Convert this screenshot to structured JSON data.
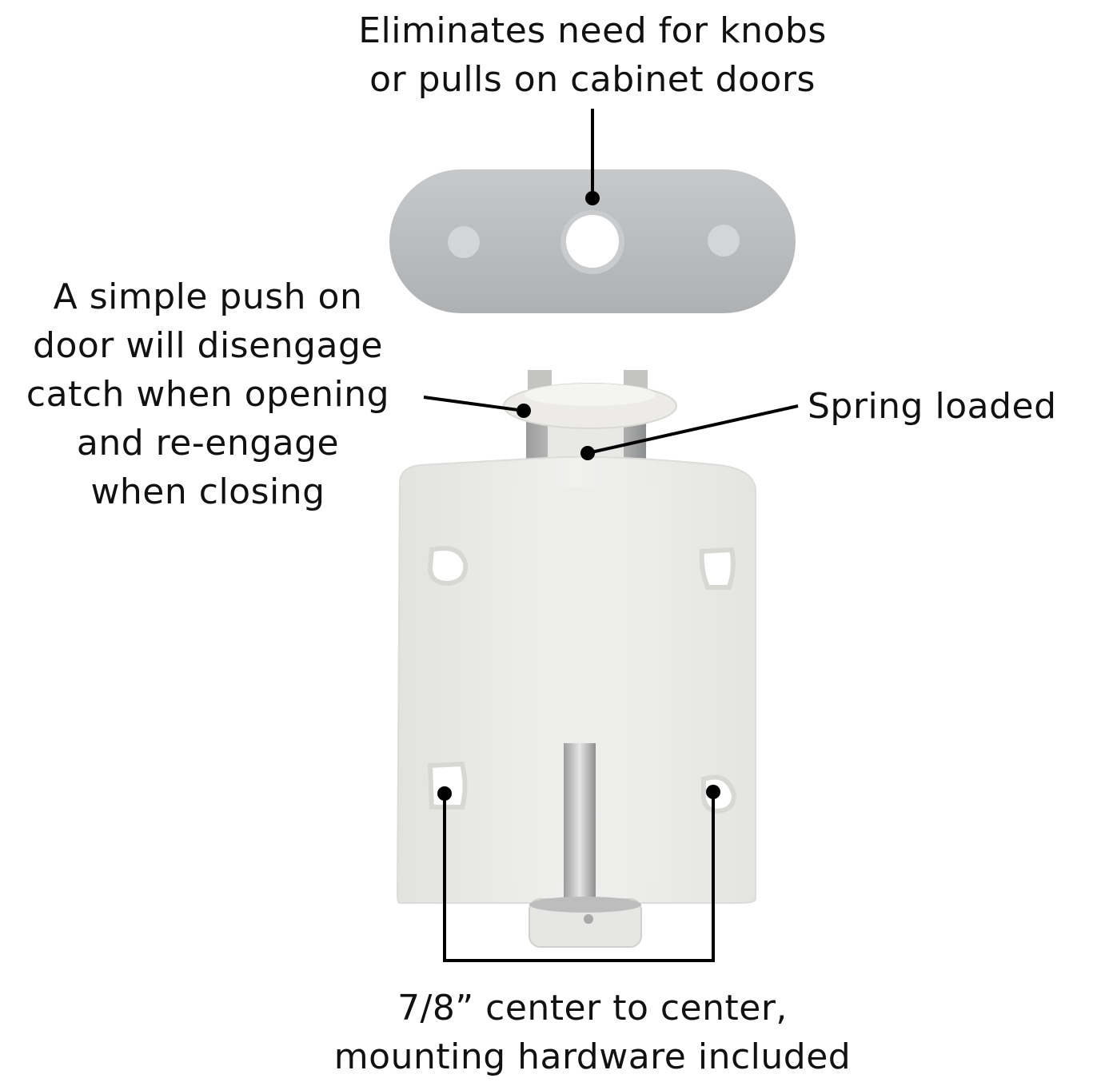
{
  "callouts": {
    "top": {
      "lines": [
        "Eliminates need for knobs",
        "or pulls on cabinet doors"
      ]
    },
    "left": {
      "lines": [
        "A simple push on",
        "door will disengage",
        "catch when opening",
        "and re-engage",
        "when closing"
      ]
    },
    "right": {
      "lines": [
        "Spring loaded"
      ]
    },
    "bottom": {
      "lines": [
        "7/8” center to center,",
        "mounting hardware included"
      ]
    }
  },
  "colors": {
    "background": "#ffffff",
    "text": "#111111",
    "leader_line": "#000000",
    "strike_plate": "#bcbec0",
    "catch_body": "#ebebea"
  }
}
